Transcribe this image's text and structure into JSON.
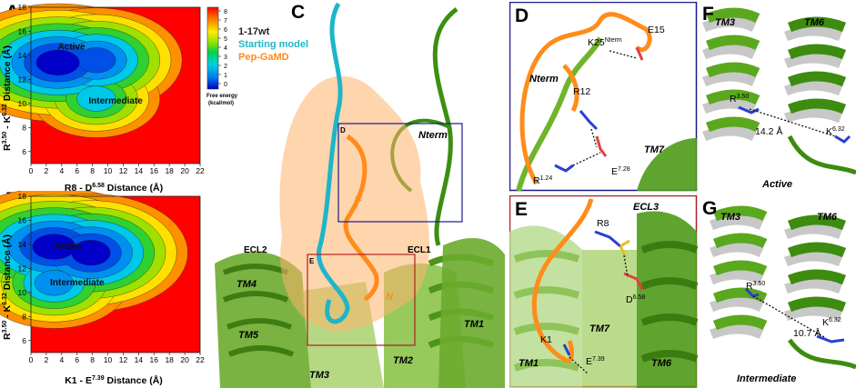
{
  "panels": {
    "A": {
      "letter": "A",
      "xlabel": "R8 - D",
      "xlabel_sup": "6.58",
      "xlabel_tail": " Distance (Å)",
      "ylabel": "R",
      "ylabel_sup1": "3.50",
      "ylabel_mid": " - K",
      "ylabel_sup2": "6.32",
      "ylabel_tail": " Distance (Å)",
      "label_active": "Active",
      "label_intermediate": "Intermediate"
    },
    "B": {
      "letter": "B",
      "xlabel": "K1 - E",
      "xlabel_sup": "7.39",
      "xlabel_tail": " Distance (Å)",
      "ylabel": "R",
      "ylabel_sup1": "3.50",
      "ylabel_mid": " - K",
      "ylabel_sup2": "6.32",
      "ylabel_tail": " Distance (Å)",
      "label_active": "Active",
      "label_intermediate": "Intermediate"
    },
    "C": {
      "letter": "C",
      "legend": [
        "1-17wt",
        "Starting model",
        "Pep-GaMD"
      ],
      "legend_colors": [
        "#222222",
        "#1fb5c9",
        "#ff8c1a"
      ],
      "box_d": "D",
      "box_e": "E",
      "labels": {
        "nterm": "Nterm",
        "ecl2": "ECL2",
        "ecl1": "ECL1",
        "c_term": "C",
        "n_term": "N",
        "tm4": "TM4",
        "tm5": "TM5",
        "tm3": "TM3",
        "tm2": "TM2",
        "tm1": "TM1"
      }
    },
    "D": {
      "letter": "D",
      "labels": {
        "e15": "E15",
        "k25": "K25",
        "k25_sup": "Nterm",
        "nterm": "Nterm",
        "r12": "R12",
        "tm7": "TM7",
        "e728": "E",
        "e728_sup": "7.28",
        "r124": "R",
        "r124_sup": "1.24"
      }
    },
    "E": {
      "letter": "E",
      "labels": {
        "r8": "R8",
        "ecl3": "ECL3",
        "d658": "D",
        "d658_sup": "6.58",
        "tm7": "TM7",
        "k1": "K1",
        "e739": "E",
        "e739_sup": "7.39",
        "tm1": "TM1",
        "tm6": "TM6"
      }
    },
    "F": {
      "letter": "F",
      "labels": {
        "tm3": "TM3",
        "tm6": "TM6",
        "r350": "R",
        "r350_sup": "3.50",
        "dist": "14.2 Å",
        "k632": "K",
        "k632_sup": "6.32",
        "state": "Active"
      }
    },
    "G": {
      "letter": "G",
      "labels": {
        "tm3": "TM3",
        "tm6": "TM6",
        "r350": "R",
        "r350_sup": "3.50",
        "dist": "10.7 Å",
        "k632": "K",
        "k632_sup": "6.32",
        "state": "Intermediate"
      }
    }
  },
  "colorbar": {
    "ticks": [
      "8",
      "7",
      "6",
      "5",
      "4",
      "3",
      "2",
      "1",
      "0"
    ],
    "title_line1": "Free energy",
    "title_line2": "(kcal/mol)"
  },
  "chart_data": [
    {
      "type": "heatmap",
      "panel": "A",
      "x_ticks": [
        0,
        2,
        4,
        6,
        8,
        10,
        12,
        14,
        16,
        18,
        20,
        22
      ],
      "y_ticks": [
        6,
        8,
        10,
        12,
        14,
        16,
        18
      ],
      "xlim": [
        0,
        22
      ],
      "ylim": [
        5,
        18
      ],
      "zlim": [
        0,
        8
      ],
      "background_value": 8,
      "wells": [
        {
          "x": 3.5,
          "y": 13.4,
          "value": 0
        },
        {
          "x": 8.5,
          "y": 13.6,
          "value": 1
        },
        {
          "x": 8.5,
          "y": 10.4,
          "value": 3
        }
      ]
    },
    {
      "type": "heatmap",
      "panel": "B",
      "x_ticks": [
        0,
        2,
        4,
        6,
        8,
        10,
        12,
        14,
        16,
        18,
        20,
        22
      ],
      "y_ticks": [
        6,
        8,
        10,
        12,
        14,
        16,
        18
      ],
      "xlim": [
        0,
        22
      ],
      "ylim": [
        5,
        18
      ],
      "zlim": [
        0,
        8
      ],
      "background_value": 8,
      "wells": [
        {
          "x": 3.0,
          "y": 13.8,
          "value": 0
        },
        {
          "x": 7.8,
          "y": 13.3,
          "value": 0
        },
        {
          "x": 3.0,
          "y": 10.8,
          "value": 2
        }
      ]
    }
  ]
}
